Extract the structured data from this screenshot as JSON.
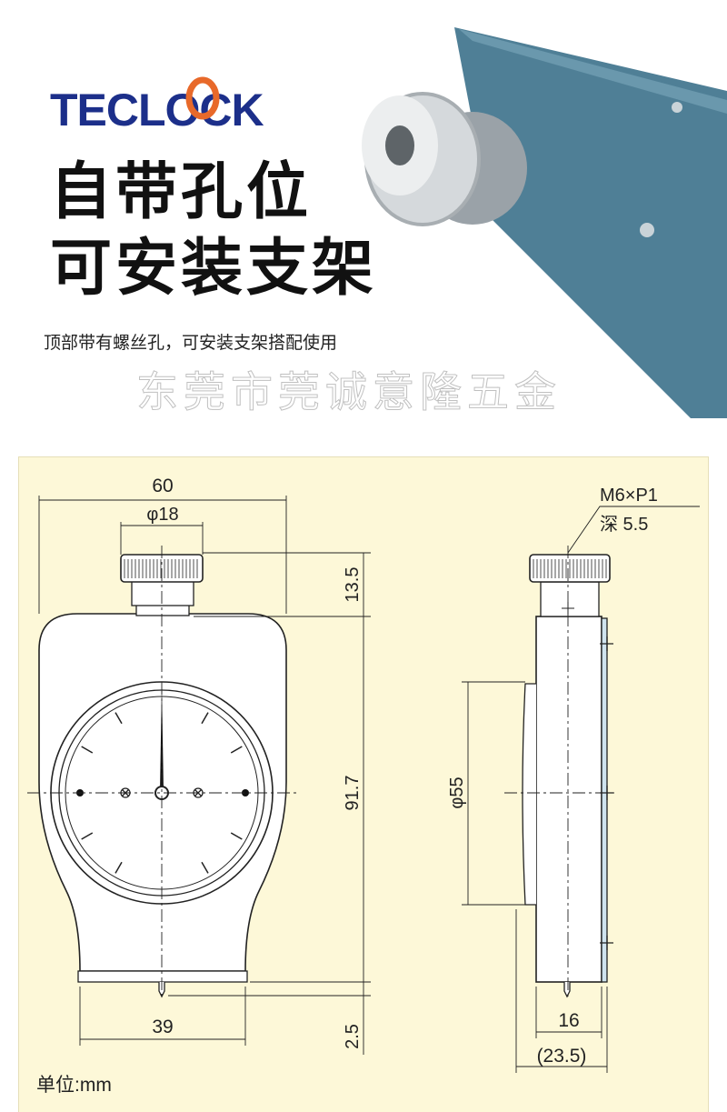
{
  "brand": {
    "logo_text": "TECLOCK",
    "primary_color": "#1c2f8a",
    "accent_color": "#e8692a"
  },
  "headline": {
    "line1": "自带孔位",
    "line2": "可安装支架"
  },
  "subtitle": "顶部带有螺丝孔，可安装支架搭配使用",
  "watermark": "东莞市莞诚意隆五金",
  "product_color": "#4f7f96",
  "drawing": {
    "dim_width": "60",
    "dim_knob_dia": "φ18",
    "dim_knob_height": "13.5",
    "dim_body_height": "91.7",
    "dim_tip": "2.5",
    "dim_bottom_width": "39",
    "thread_spec": "M6×P1",
    "thread_depth": "深 5.5",
    "dim_dial_dia": "φ55",
    "dim_depth": "16",
    "dim_total_depth": "(23.5)",
    "unit_label": "单位:mm",
    "background": "#fdf8d8"
  }
}
